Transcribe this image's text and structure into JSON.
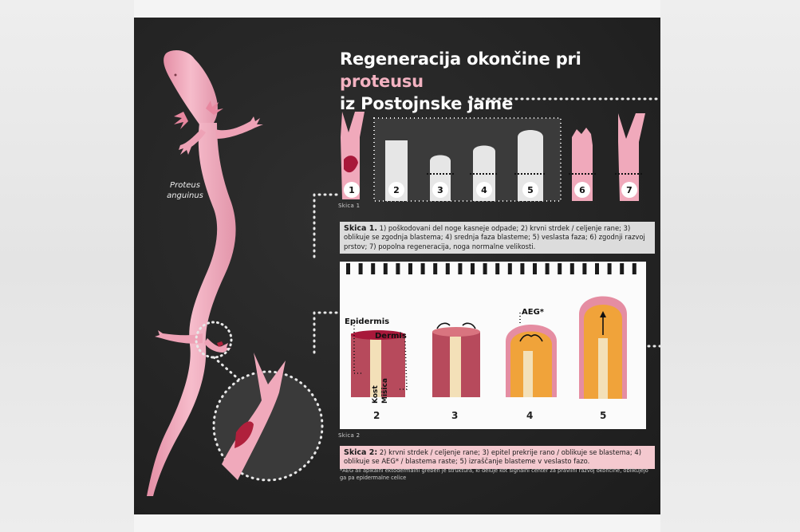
{
  "title": {
    "line1_prefix": "Regeneracija okončine pri ",
    "line1_highlight": "proteusu",
    "line2": "iz Postojnske jame"
  },
  "species": {
    "genus": "Proteus",
    "epithet": "anguinus"
  },
  "sketch1": {
    "label": "Skica 1",
    "steps": [
      "1",
      "2",
      "3",
      "4",
      "5",
      "6",
      "7"
    ],
    "caption_lead": "Skica 1.",
    "caption_text": " 1) poškodovani del noge kasneje odpade; 2) krvni strdek / celjenje rane; 3) oblikuje se zgodnja blastema; 4) srednja faza blasteme; 5) veslasta faza; 6) zgodnji razvoj prstov; 7) popolna regeneracija, noga normalne velikosti."
  },
  "sketch2": {
    "label": "Skica 2",
    "steps": [
      "2",
      "3",
      "4",
      "5"
    ],
    "labels": {
      "epidermis": "Epidermis",
      "dermis": "Dermis",
      "bone": "Kost",
      "muscle": "Mišica",
      "aeg": "AEG*"
    },
    "caption_lead": "Skica 2:",
    "caption_text": " 2) krvni strdek / celjenje rane; 3) epitel prekrije rano / oblikuje se blastema; 4) oblikuje se AEG* / blastema raste; 5) izraščanje blasteme v veslasto fazo."
  },
  "footnote": "*AEG ali apikalni ektodermalni greben je struktura, ki deluje kot signalni center za pravilni razvoj okončine, oblikujejo ga pa epidermalne celice",
  "colors": {
    "board": "#262626",
    "title_highlight": "#f3b2c1",
    "skin": "#f0a9bb",
    "wound": "#b0203c",
    "caption1_bg": "#dcdcdc",
    "caption2_bg": "#f4c9cf",
    "blastema": "#f0a33a"
  }
}
